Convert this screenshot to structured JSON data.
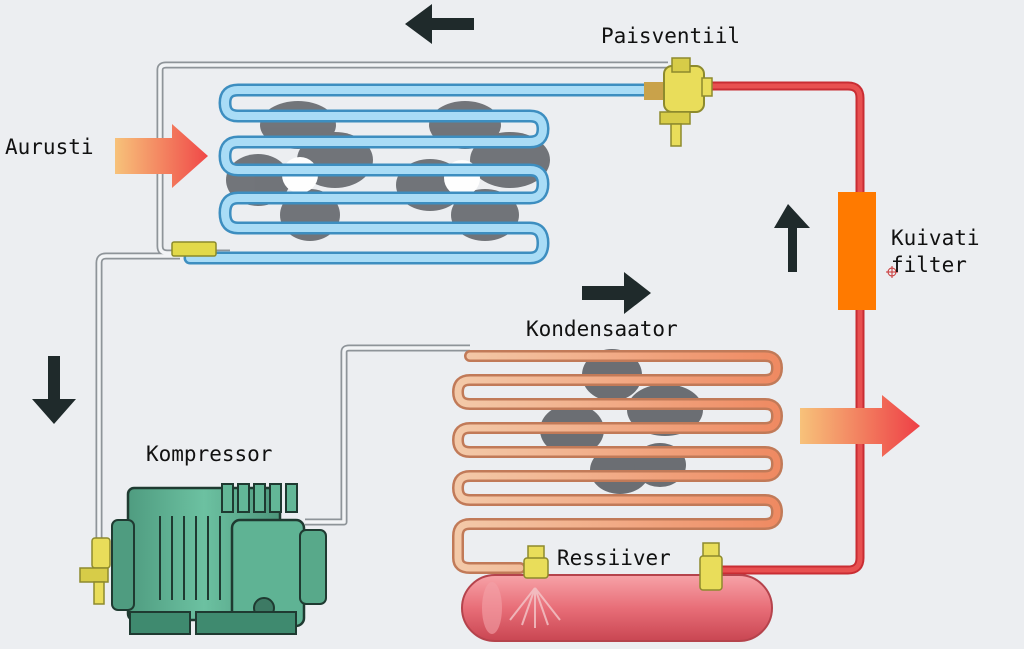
{
  "labels": {
    "expansion_valve": "Paisventiil",
    "evaporator": "Aurusti",
    "filter_drier_line1": "Kuivati",
    "filter_drier_line2": "filter",
    "condenser": "Kondensaator",
    "compressor": "Kompressor",
    "receiver": "Ressiiver"
  },
  "colors": {
    "background": "#eceef1",
    "cold_line": "#6cc0ec",
    "hot_line": "#dd3c3c",
    "suction_line": "#d8dde3",
    "filter_drier": "#ff7a00",
    "compressor": "#5dae90",
    "receiver": "#e96a74",
    "fan": "#6b6e73",
    "arrow": "#1f2a2b"
  },
  "icons": [
    "flow-arrow-left-icon",
    "flow-arrow-down-icon",
    "flow-arrow-right-icon",
    "flow-arrow-up-icon",
    "heat-in-arrow-icon",
    "heat-out-arrow-icon",
    "fan-icon"
  ]
}
